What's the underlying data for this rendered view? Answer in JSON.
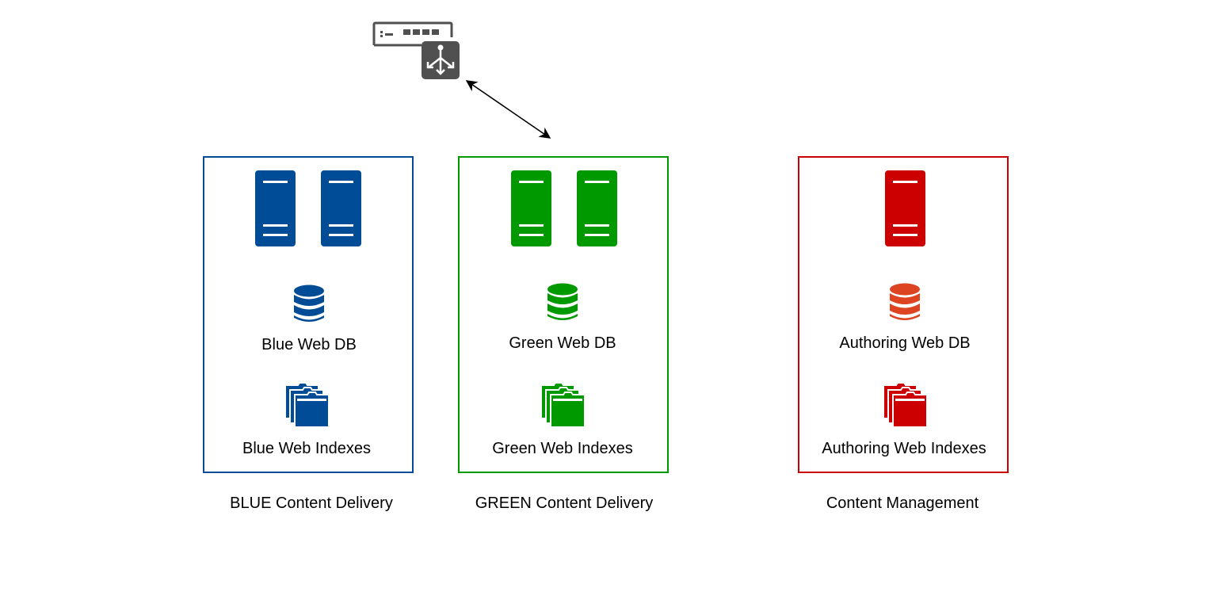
{
  "diagram": {
    "load_balancer": {
      "icon": "load-balancer-icon",
      "color": "#505050"
    },
    "connector": {
      "type": "bidirectional-arrow",
      "color": "#000000"
    },
    "groups": [
      {
        "id": "blue",
        "caption": "BLUE Content Delivery",
        "color": "#004C97",
        "db_color": "#004C97",
        "servers": 2,
        "db_label": "Blue Web DB",
        "indexes_label": "Blue Web Indexes"
      },
      {
        "id": "green",
        "caption": "GREEN Content Delivery",
        "color": "#009900",
        "db_color": "#009900",
        "servers": 2,
        "db_label": "Green Web DB",
        "indexes_label": "Green Web Indexes"
      },
      {
        "id": "authoring",
        "caption": "Content Management",
        "color": "#CC0000",
        "db_color": "#DD4422",
        "servers": 1,
        "db_label": "Authoring Web DB",
        "indexes_label": "Authoring Web Indexes"
      }
    ]
  }
}
